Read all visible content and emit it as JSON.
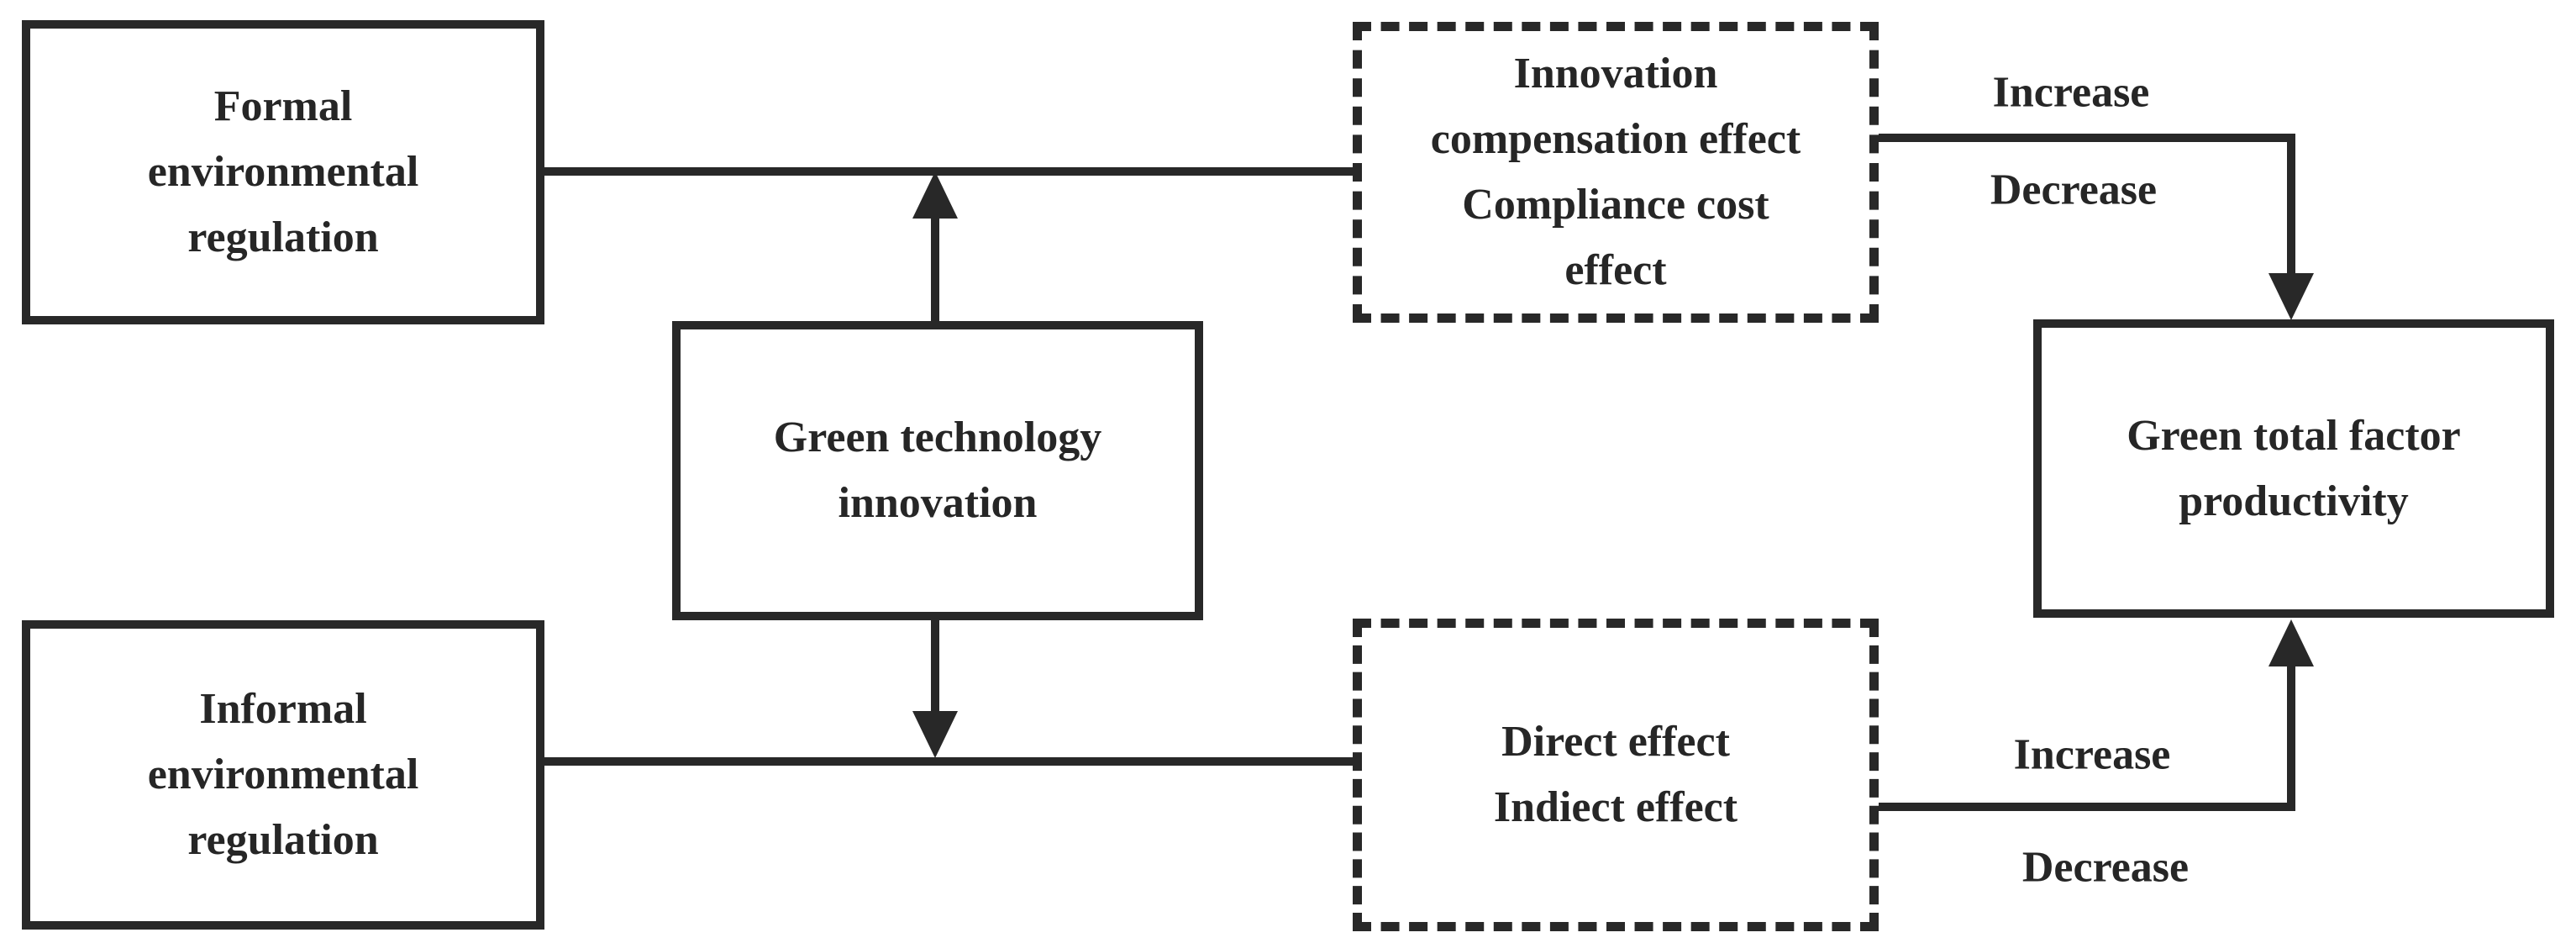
{
  "colors": {
    "ink": "#282828",
    "text": "#262626",
    "background": "#ffffff"
  },
  "boxes": {
    "formal": "Formal\nenvironmental\nregulation",
    "informal": "Informal\nenvironmental\nregulation",
    "green_tech_innovation": "Green technology\ninnovation",
    "top_mediating_effects": "Innovation\ncompensation effect\nCompliance cost\neffect",
    "bottom_mediating_effects": "Direct effect\nIndiect effect",
    "outcome": "Green total factor\nproductivity"
  },
  "edge_labels": {
    "top_increase": "Increase",
    "top_decrease": "Decrease",
    "bottom_increase": "Increase",
    "bottom_decrease": "Decrease"
  }
}
